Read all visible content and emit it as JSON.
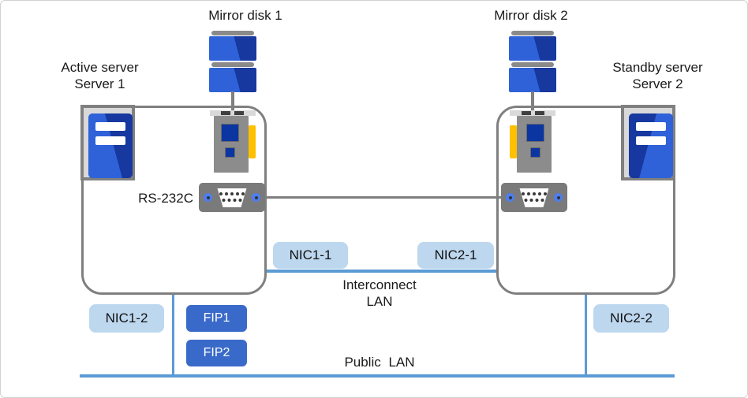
{
  "nodes": {
    "mirror_disk_1": {
      "label": "Mirror disk 1"
    },
    "mirror_disk_2": {
      "label": "Mirror disk 2"
    },
    "server_1": {
      "role": "Active server",
      "name": "Server 1"
    },
    "server_2": {
      "role": "Standby server",
      "name": "Server 2"
    }
  },
  "ports": {
    "rs232c": "RS-232C",
    "nic1_1": "NIC1-1",
    "nic1_2": "NIC1-2",
    "nic2_1": "NIC2-1",
    "nic2_2": "NIC2-2",
    "fip1": "FIP1",
    "fip2": "FIP2"
  },
  "networks": {
    "interconnect": "Interconnect LAN",
    "public": "Public LAN"
  },
  "colors": {
    "lan_line": "#5B9BD5",
    "gray_line": "#7F7F7F",
    "nic_badge_bg": "#BDD7EE",
    "fip_badge_bg": "#3A6AC9",
    "disk_blue_light": "#2F62D8",
    "disk_blue_dark": "#16389F",
    "card_yellow": "#FFC000",
    "icon_gray": "#8C8C8C"
  },
  "icons": {
    "mirror_disk_icon": "stacked-disk-drives",
    "server_tower_icon": "tower-computer",
    "disk_card_icon": "expansion-card-with-yellow-tab",
    "serial_port_icon": "db9-serial-connector"
  }
}
